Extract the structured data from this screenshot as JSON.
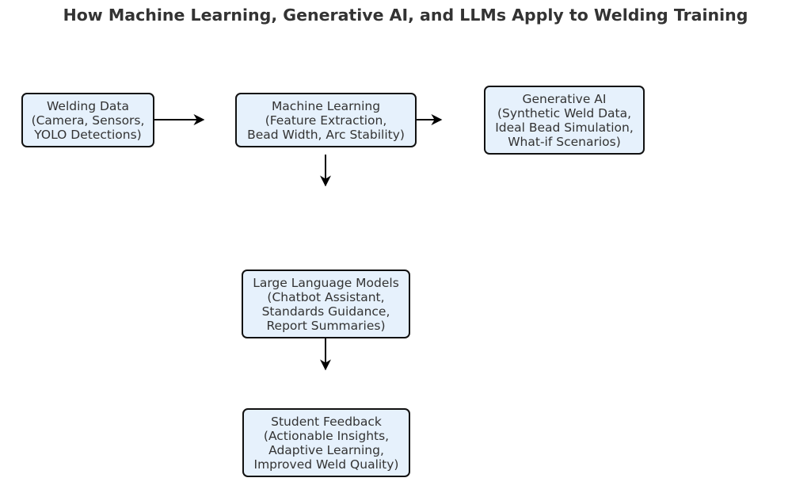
{
  "title": "How Machine Learning, Generative AI, and LLMs Apply to Welding Training",
  "nodes": {
    "welding_data": {
      "lines": [
        "Welding Data",
        "(Camera, Sensors,",
        "YOLO Detections)"
      ]
    },
    "machine_learning": {
      "lines": [
        "Machine Learning",
        "(Feature Extraction,",
        "Bead Width, Arc Stability)"
      ]
    },
    "generative_ai": {
      "lines": [
        "Generative AI",
        "(Synthetic Weld Data,",
        "Ideal Bead Simulation,",
        "What-if Scenarios)"
      ]
    },
    "llm": {
      "lines": [
        "Large Language Models",
        "(Chatbot Assistant,",
        "Standards Guidance,",
        "Report Summaries)"
      ]
    },
    "student_feedback": {
      "lines": [
        "Student Feedback",
        "(Actionable Insights,",
        "Adaptive Learning,",
        "Improved Weld Quality)"
      ]
    }
  },
  "edges": [
    {
      "from": "welding_data",
      "to": "machine_learning"
    },
    {
      "from": "machine_learning",
      "to": "generative_ai"
    },
    {
      "from": "machine_learning",
      "to": "llm"
    },
    {
      "from": "llm",
      "to": "student_feedback"
    }
  ],
  "colors": {
    "node_fill": "#e6f1fc",
    "node_border": "#111111",
    "text": "#333333",
    "arrow": "#000000"
  }
}
